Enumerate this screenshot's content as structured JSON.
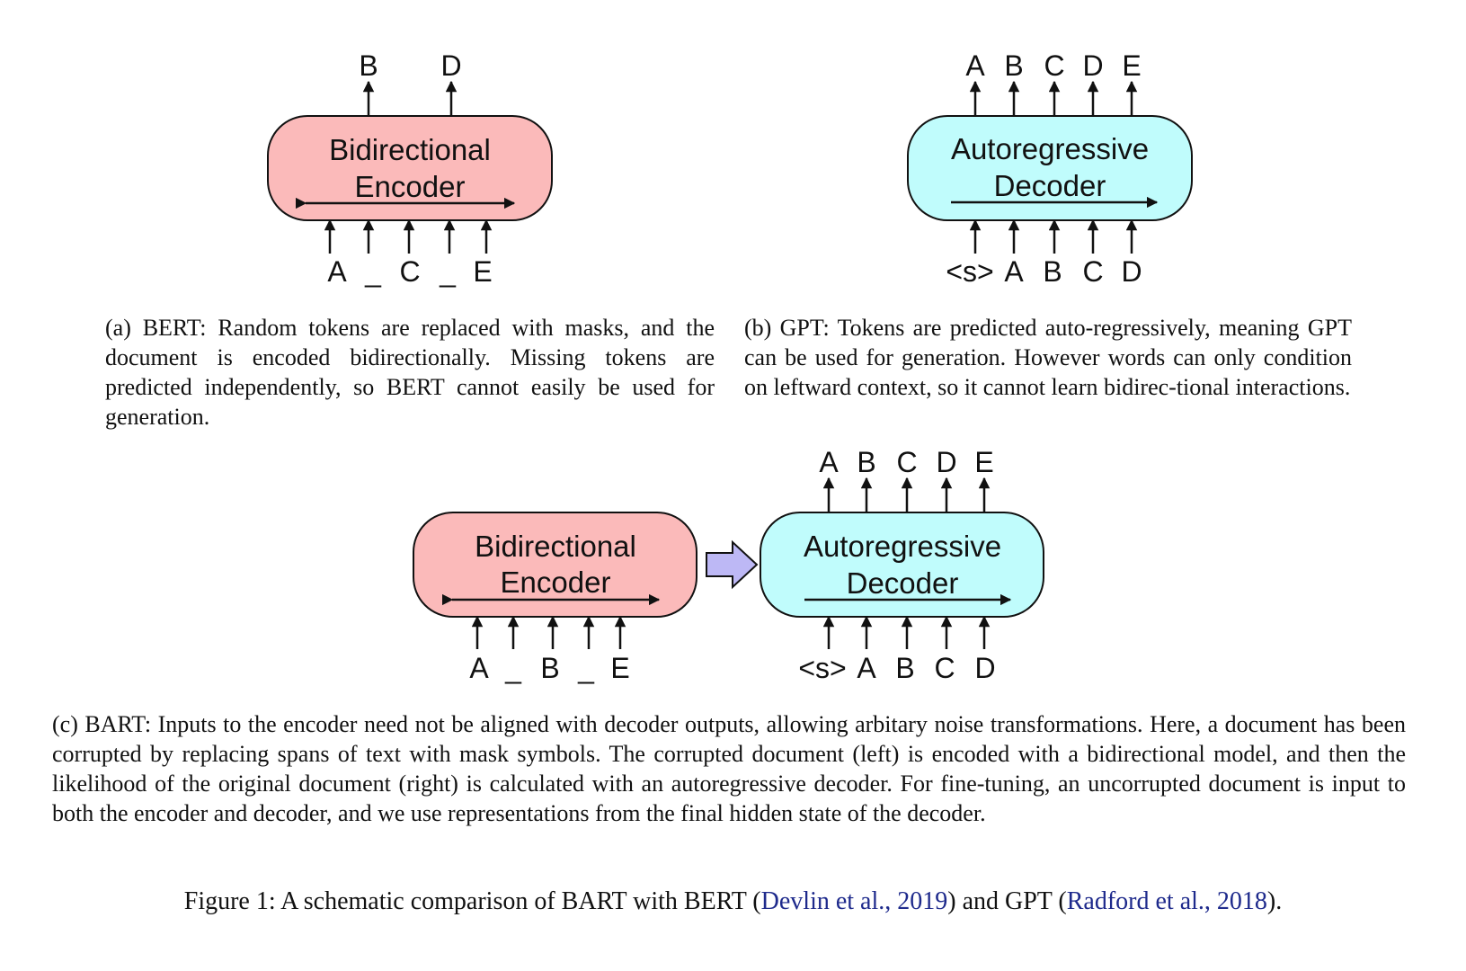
{
  "colors": {
    "encoder_fill": "#fbbaba",
    "decoder_fill": "#c0fcfc",
    "transition_arrow_fill": "#bdb8f5",
    "citation_link": "#1e2a8c"
  },
  "panel_a": {
    "box_line1": "Bidirectional",
    "box_line2": "Encoder",
    "outputs": [
      "B",
      "D"
    ],
    "inputs": [
      "A",
      "_",
      "C",
      "_",
      "E"
    ],
    "caption": "(a) BERT: Random tokens are replaced with masks, and the document is encoded bidirectionally. Missing tokens are predicted independently, so BERT cannot easily be used for generation."
  },
  "panel_b": {
    "box_line1": "Autoregressive",
    "box_line2": "Decoder",
    "outputs": [
      "A",
      "B",
      "C",
      "D",
      "E"
    ],
    "inputs": [
      "<s>",
      "A",
      "B",
      "C",
      "D"
    ],
    "caption": "(b) GPT: Tokens are predicted auto-regressively, meaning GPT can be used for generation. However words can only condition on leftward context, so it cannot learn bidirec-tional interactions."
  },
  "panel_c": {
    "encoder_line1": "Bidirectional",
    "encoder_line2": "Encoder",
    "encoder_inputs": [
      "A",
      "_",
      "B",
      "_",
      "E"
    ],
    "decoder_line1": "Autoregressive",
    "decoder_line2": "Decoder",
    "decoder_outputs": [
      "A",
      "B",
      "C",
      "D",
      "E"
    ],
    "decoder_inputs": [
      "<s>",
      "A",
      "B",
      "C",
      "D"
    ],
    "caption": "(c) BART: Inputs to the encoder need not be aligned with decoder outputs, allowing arbitary noise transformations. Here, a document has been corrupted by replacing spans of text with mask symbols. The corrupted document (left) is encoded with a bidirectional model, and then the likelihood of the original document (right) is calculated with an autoregressive decoder. For fine-tuning, an uncorrupted document is input to both the encoder and decoder, and we use representations from the final hidden state of the decoder."
  },
  "figure_caption": {
    "prefix": "Figure 1: A schematic comparison of BART with BERT (",
    "cite1": "Devlin et al., 2019",
    "middle": ") and GPT (",
    "cite2": "Radford et al., 2018",
    "suffix": ")."
  }
}
